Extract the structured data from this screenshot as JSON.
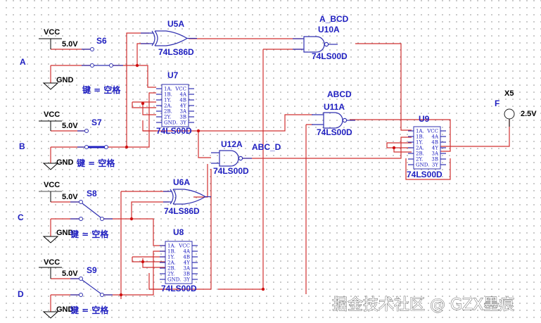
{
  "app": "Multisim schematic",
  "inputs": [
    {
      "name": "A",
      "switch": "S6",
      "vcc": "VCC",
      "voltage": "5.0V",
      "gnd": "GND",
      "key": "键 = 空格"
    },
    {
      "name": "B",
      "switch": "S7",
      "vcc": "VCC",
      "voltage": "5.0V",
      "gnd": "GND",
      "key": "键 = 空格"
    },
    {
      "name": "C",
      "switch": "S8",
      "vcc": "VCC",
      "voltage": "5.0V",
      "gnd": "GND",
      "key": "键 = 空格"
    },
    {
      "name": "D",
      "switch": "S9",
      "vcc": "VCC",
      "voltage": "5.0V",
      "gnd": "GND",
      "key": "键 = 空格"
    }
  ],
  "gates": {
    "u5a": {
      "ref": "U5A",
      "part": "74LS86D"
    },
    "u6a": {
      "ref": "U6A",
      "part": "74LS86D"
    },
    "u10a": {
      "ref": "U10A",
      "part": "74LS00D",
      "net": "A_BCD"
    },
    "u11a": {
      "ref": "U11A",
      "part": "74LS00D",
      "net": "ABCD"
    },
    "u12a": {
      "ref": "U12A",
      "part": "74LS00D",
      "net": "ABC_D"
    }
  },
  "chips": {
    "u7": {
      "ref": "U7",
      "part": "74LS00D"
    },
    "u8": {
      "ref": "U8",
      "part": "74LS00D"
    },
    "u9": {
      "ref": "U9",
      "part": "74LS00D"
    },
    "pins_left": [
      "1A",
      "1B",
      "1Y",
      "2A",
      "2B",
      "2Y",
      "GND"
    ],
    "pins_right": [
      "VCC",
      "4A",
      "4B",
      "4Y",
      "3A",
      "3B",
      "3Y"
    ]
  },
  "probe": {
    "ref": "X5",
    "net": "F",
    "voltage": "2.5V"
  },
  "watermark": "掘金技术社区 @ GZX墨痕"
}
